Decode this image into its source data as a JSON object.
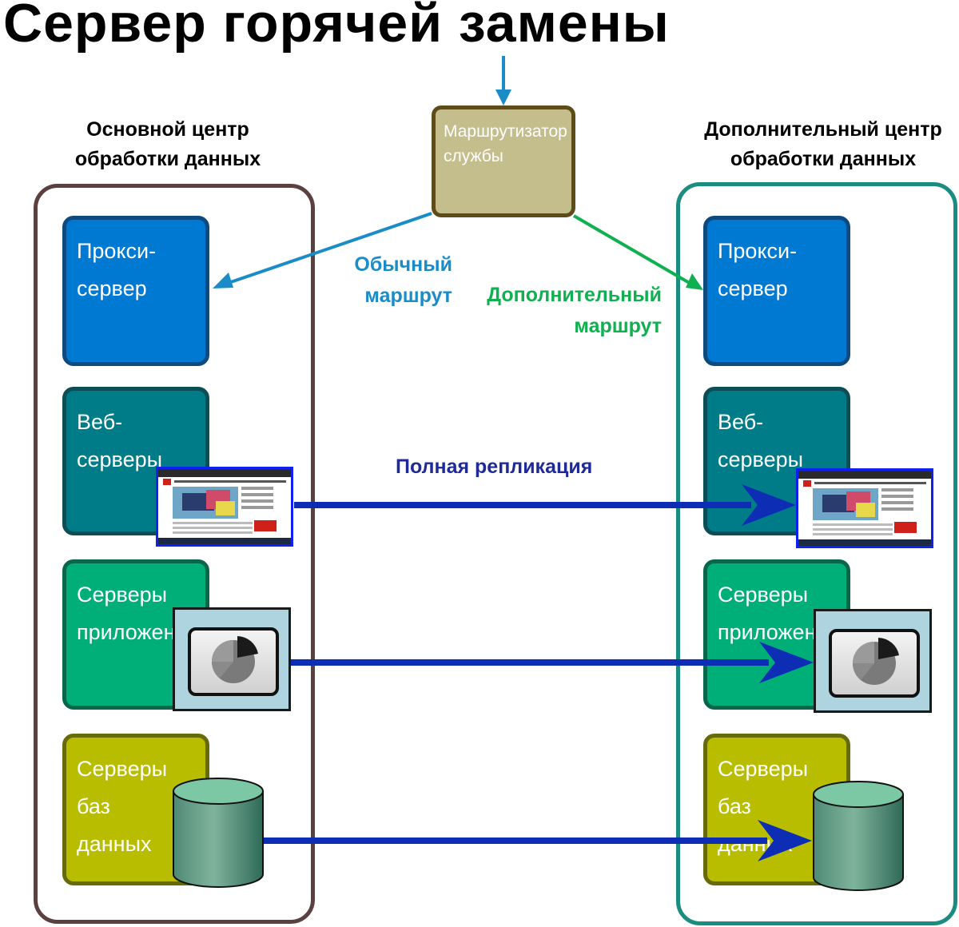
{
  "title": "Сервер горячей замены",
  "primary_dc": {
    "label": "Основной центр\nобработки данных"
  },
  "secondary_dc": {
    "label": "Дополнительный центр\nобработки данных"
  },
  "router": {
    "label": "Маршрутизатор\nслужбы"
  },
  "routes": {
    "normal": "Обычный\nмаршрут",
    "additional": "Дополнительный\nмаршрут"
  },
  "replication_label": "Полная репликация",
  "tiers": {
    "proxy": "Прокси-\nсервер",
    "web": "Веб-\nсерверы",
    "app": "Серверы\nприложен",
    "db": "Серверы\nбаз\nданных"
  },
  "colors": {
    "primary_frame": "#5b4040",
    "secondary_frame": "#1a8c80",
    "proxy": "#0079d3",
    "web": "#007b88",
    "app": "#00ae78",
    "db": "#b8bd00",
    "normal_route": "#1a8cc8",
    "additional_route": "#10b050",
    "replication": "#0d2db4"
  }
}
